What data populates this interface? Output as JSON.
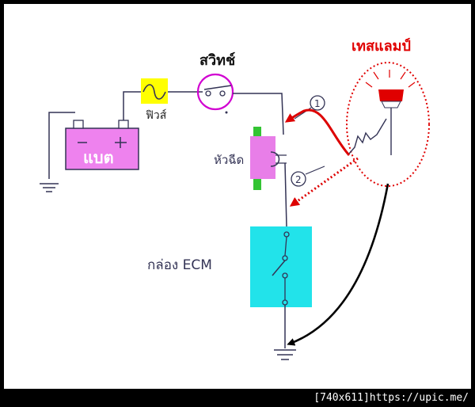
{
  "labels": {
    "battery": "แบต",
    "fuse": "ฟิวส์",
    "switch": "สวิทช์",
    "injector": "หัวฉีด",
    "ecm_box": "กล่อง ECM",
    "test_lamp": "เทสแลมป์",
    "step_1": "1",
    "step_2": "2"
  },
  "footer": {
    "text": "[740x611]https://upic.me/"
  },
  "colors": {
    "battery_fill": "#ee82ee",
    "fuse_fill": "#ffff00",
    "switch_ring": "#d100d1",
    "injector_fill": "#e87ee8",
    "injector_stub": "#33c433",
    "ecm_fill": "#22e3ea",
    "lamp_red": "#e00000",
    "lamp_title": "#e00000",
    "wire": "#333355",
    "arrow_black": "#000000",
    "arrow_red": "#dd0000"
  }
}
